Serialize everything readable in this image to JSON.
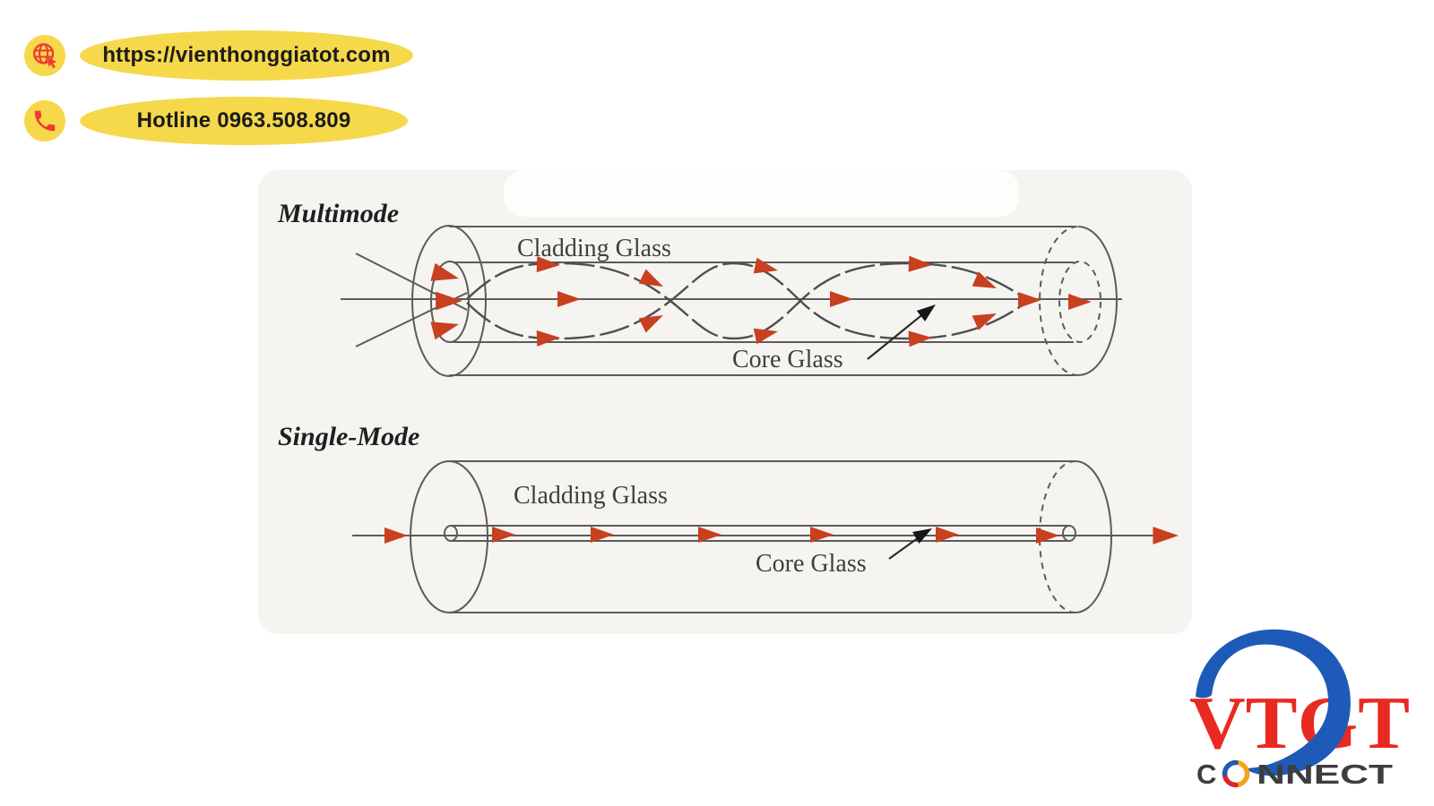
{
  "header": {
    "website": {
      "label": "https://vienthonggiatot.com",
      "icon": "globe-cursor-icon"
    },
    "hotline": {
      "label": "Hotline 0963.508.809",
      "icon": "phone-icon"
    },
    "badge_color": "#f6d84b",
    "icon_color": "#ee3c31",
    "text_color": "#1c1c1c"
  },
  "diagram": {
    "background": "#f5f4f1",
    "line_color": "#5b5b5b",
    "ray_arrow_color": "#c8401f",
    "label_color": "#39423b",
    "multimode": {
      "title": "Multimode",
      "cladding_label": "Cladding Glass",
      "core_label": "Core Glass"
    },
    "single_mode": {
      "title": "Single-Mode",
      "cladding_label": "Cladding Glass",
      "core_label": "Core Glass"
    }
  },
  "logo": {
    "wordmark": "VTGT",
    "tagline": "CONNECT",
    "tagline_before_o": "C",
    "tagline_after_o": "NNECT",
    "wordmark_color": "#e82a21",
    "tagline_color": "#3d3d3d",
    "swoosh_color": "#1e5bb8",
    "ring_colors": [
      "#f7a11c",
      "#d8262c",
      "#1f5cb0"
    ]
  }
}
